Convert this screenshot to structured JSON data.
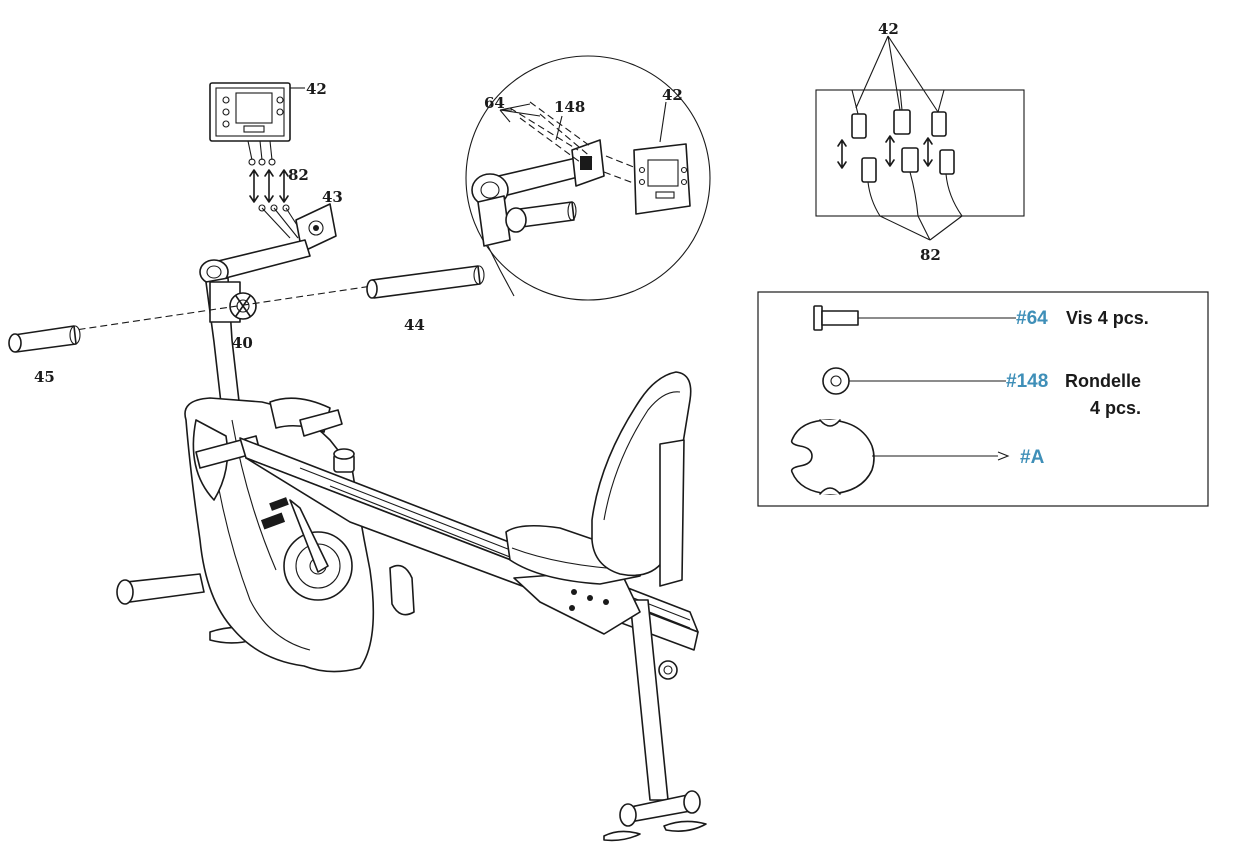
{
  "callouts": {
    "c42_console": "42",
    "c82": "82",
    "c43": "43",
    "c44": "44",
    "c40": "40",
    "c45": "45",
    "c64": "64",
    "c148": "148",
    "c42_detail": "42",
    "c42_connector": "42",
    "c82_connector": "82"
  },
  "hardware": {
    "screw_num": "#64",
    "screw_text": "Vis 4 pcs.",
    "washer_num": "#148",
    "washer_text": "Rondelle",
    "washer_qty": "4 pcs.",
    "tool_num": "#A"
  },
  "colors": {
    "accent": "#3f8fb8",
    "ink": "#1a1a1a"
  }
}
